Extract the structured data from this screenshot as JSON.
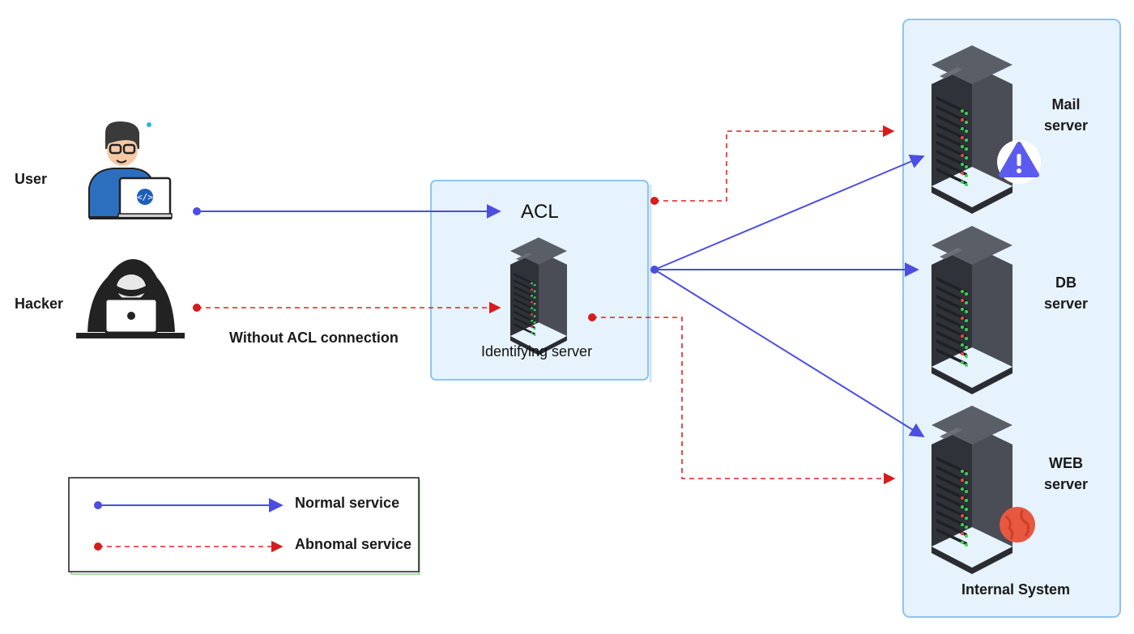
{
  "actors": {
    "user_label": "User",
    "hacker_label": "Hacker"
  },
  "edges": {
    "without_acl_label": "Without ACL connection"
  },
  "acl": {
    "title": "ACL",
    "server_label": "Identifying server"
  },
  "internal": {
    "title": "Internal System",
    "servers": [
      {
        "line1": "Mail",
        "line2": "server",
        "badge": "warning-icon"
      },
      {
        "line1": "DB",
        "line2": "server",
        "badge": ""
      },
      {
        "line1": "WEB",
        "line2": "server",
        "badge": "globe-icon"
      }
    ]
  },
  "legend": {
    "normal_label": "Normal service",
    "abnormal_label": "Abnomal service"
  },
  "colors": {
    "normal": "#4b4ee0",
    "abnormal": "#e02020",
    "box_fill": "#e6f2fc",
    "box_border": "#8fc4ee",
    "server_dark": "#3f4249",
    "led_green": "#3ecf5a",
    "led_red": "#e84a4a"
  }
}
